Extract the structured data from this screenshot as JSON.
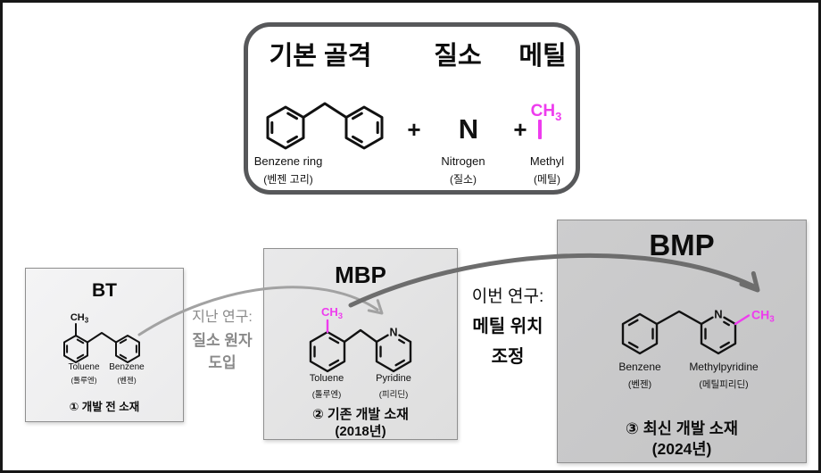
{
  "legend": {
    "header_skeleton": "기본 골격",
    "header_nitrogen": "질소",
    "header_methyl": "메틸",
    "plus_1": "+",
    "plus_2": "+",
    "nitrogen_symbol": "N",
    "methyl_main": "CH",
    "methyl_sub": "3",
    "benzene_label_en": "Benzene ring",
    "benzene_label_ko": "(벤젠 고리)",
    "nitrogen_label_en": "Nitrogen",
    "nitrogen_label_ko": "(질소)",
    "methyl_label_en": "Methyl",
    "methyl_label_ko": "(메틸)"
  },
  "bt": {
    "title": "BT",
    "ch3_main": "CH",
    "ch3_sub": "3",
    "left_label_en": "Toluene",
    "left_label_ko": "(톨루엔)",
    "right_label_en": "Benzene",
    "right_label_ko": "(벤젠)",
    "caption": "① 개발 전 소재"
  },
  "mbp": {
    "title": "MBP",
    "ch3_main": "CH",
    "ch3_sub": "3",
    "nitrogen_symbol": "N",
    "left_label_en": "Toluene",
    "left_label_ko": "(톨루엔)",
    "right_label_en": "Pyridine",
    "right_label_ko": "(피리딘)",
    "caption_line1": "② 기존 개발 소재",
    "caption_line2": "(2018년)"
  },
  "bmp": {
    "title": "BMP",
    "ch3_main": "CH",
    "ch3_sub": "3",
    "nitrogen_symbol": "N",
    "left_label_en": "Benzene",
    "left_label_ko": "(벤젠)",
    "right_label_en": "Methylpyridine",
    "right_label_ko": "(메틸피리딘)",
    "caption_line1": "③ 최신 개발 소재",
    "caption_line2": "(2024년)"
  },
  "annotation_past": {
    "line1": "지난 연구:",
    "line2": "질소 원자",
    "line3": "도입"
  },
  "annotation_current": {
    "line1": "이번 연구:",
    "line2": "메틸 위치",
    "line3": "조정"
  },
  "colors": {
    "methyl_magenta": "#ee3cee",
    "arrow_light": "#a2a2a2",
    "arrow_dark": "#6d6d6d",
    "legend_border": "#57585a"
  }
}
